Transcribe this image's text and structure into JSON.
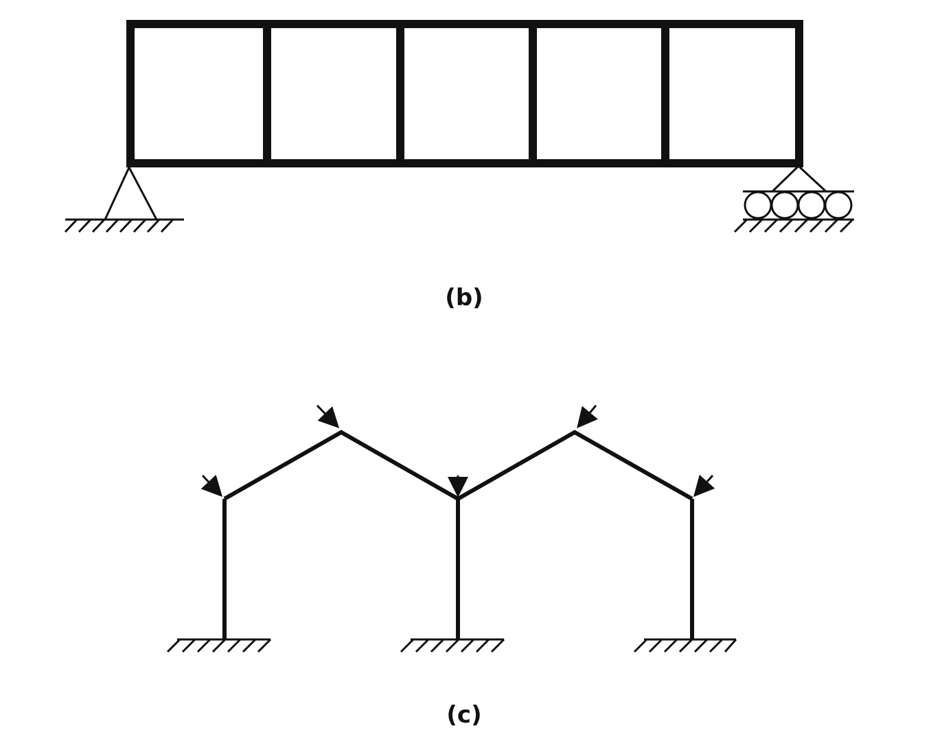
{
  "figures": [
    {
      "caption": "(b)",
      "structure": "frame",
      "panels": 5,
      "supports": [
        "pin",
        "roller"
      ]
    },
    {
      "caption": "(c)",
      "structure": "gable-frame",
      "columns": 3,
      "fixed_supports": 3,
      "load_arrows": 5
    }
  ],
  "colors": {
    "stroke": "#111111",
    "background": "#ffffff"
  }
}
